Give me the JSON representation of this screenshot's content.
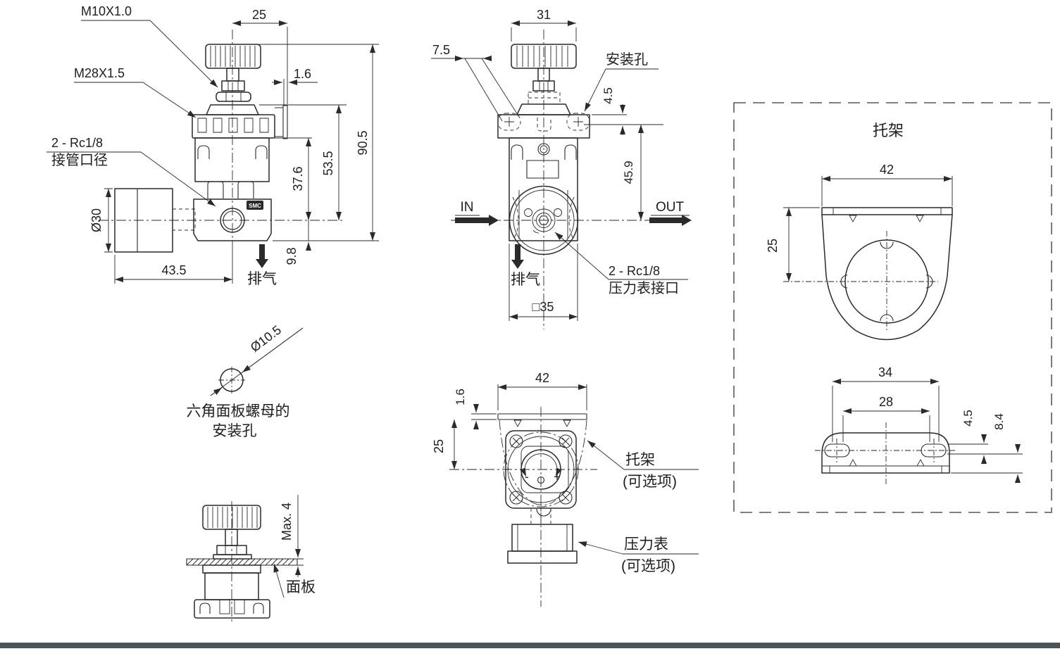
{
  "theme": {
    "line_color": "#2a2a2a",
    "divider_color": "#4a545a",
    "paper_color": "#ffffff"
  },
  "front_view": {
    "labels": {
      "thread_knob": "M10X1.0",
      "thread_bonnet": "M28X1.5",
      "port_count": "2 - Rc1/8",
      "port_name": "接管口径",
      "exhaust": "排气",
      "body_badge": "SMC"
    },
    "dims": {
      "knob_offset": "25",
      "plate_thickness": "1.6",
      "body_height": "37.6",
      "bonnet_height": "53.5",
      "total_height": "90.5",
      "gauge_diameter": "Ø30",
      "gauge_depth": "43.5",
      "port_offset": "9.8"
    }
  },
  "side_view": {
    "labels": {
      "inlet": "IN",
      "outlet": "OUT",
      "exhaust": "排气",
      "mounting_hole": "安装孔",
      "gauge_port_count": "2 - Rc1/8",
      "gauge_port_name": "压力表接口"
    },
    "dims": {
      "knob_width": "31",
      "slot_width": "7.5",
      "plate_to_hole": "4.5",
      "hole_to_center": "45.9",
      "body_square": "□35"
    }
  },
  "panel_nut_detail": {
    "diameter": "Ø10.5",
    "caption_line1": "六角面板螺母的",
    "caption_line2": "安装孔"
  },
  "panel_view": {
    "dims": {
      "panel_max_thickness": "Max. 4"
    },
    "labels": {
      "panel": "面板"
    }
  },
  "top_view": {
    "dims": {
      "bracket_width": "42",
      "plate_thickness": "1.6",
      "plate_to_center": "25"
    },
    "labels": {
      "bracket": "托架",
      "bracket_note": "(可选项)",
      "gauge": "压力表",
      "gauge_note": "(可选项)",
      "minus": "-",
      "plus": "+"
    }
  },
  "bracket_detail": {
    "title": "托架",
    "front": {
      "width": "42",
      "plate_to_center": "25"
    },
    "bottom": {
      "hole_span": "34",
      "hole_inner_span": "28",
      "slot_width": "4.5",
      "edge_offset": "8.4"
    }
  }
}
